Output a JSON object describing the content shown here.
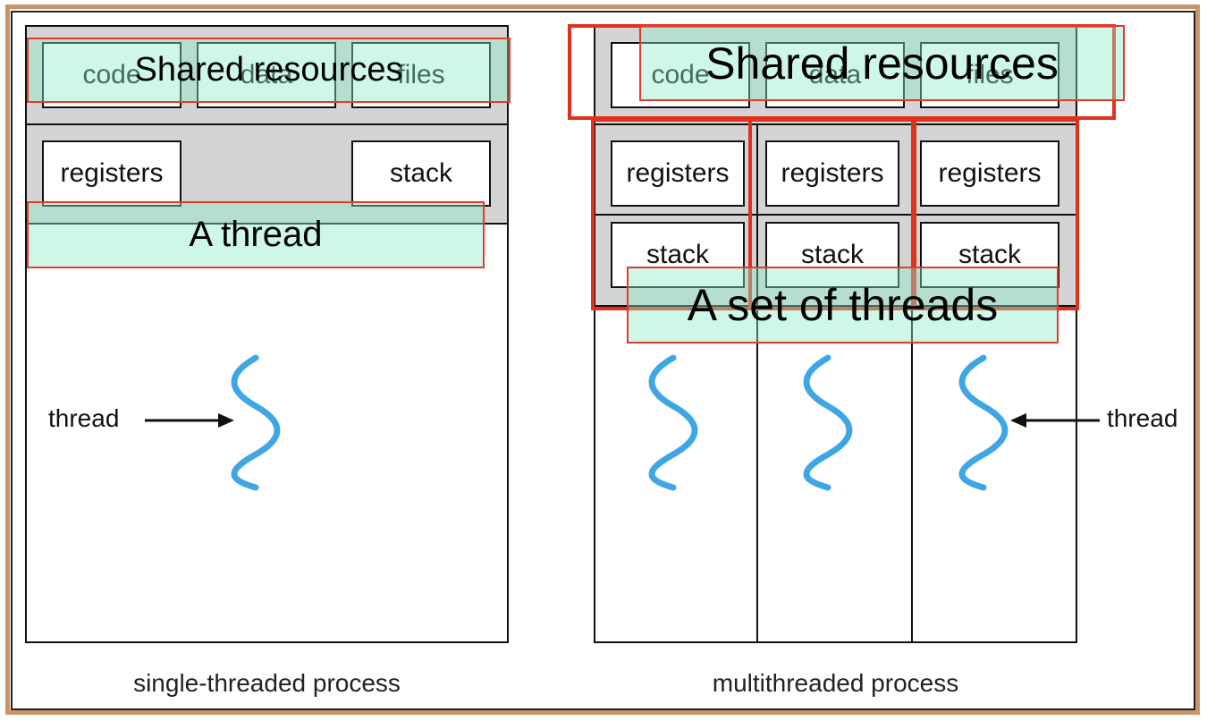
{
  "single": {
    "code": "code",
    "data": "data",
    "files": "files",
    "registers": "registers",
    "stack": "stack",
    "thread_label": "thread",
    "caption": "single-threaded process",
    "overlay_shared": "Shared resources",
    "overlay_thread": "A thread"
  },
  "multi": {
    "code": "code",
    "data": "data",
    "files": "files",
    "registers": [
      "registers",
      "registers",
      "registers"
    ],
    "stacks": [
      "stack",
      "stack",
      "stack"
    ],
    "thread_label": "thread",
    "caption": "multithreaded process",
    "overlay_shared": "Shared resources",
    "overlay_threads": "A set of threads"
  },
  "colors": {
    "thread_squiggle": "#3fa6e6",
    "annotation_red": "#e0301e",
    "overlay_fill": "#8cebc8",
    "frame": "#c8956a"
  }
}
